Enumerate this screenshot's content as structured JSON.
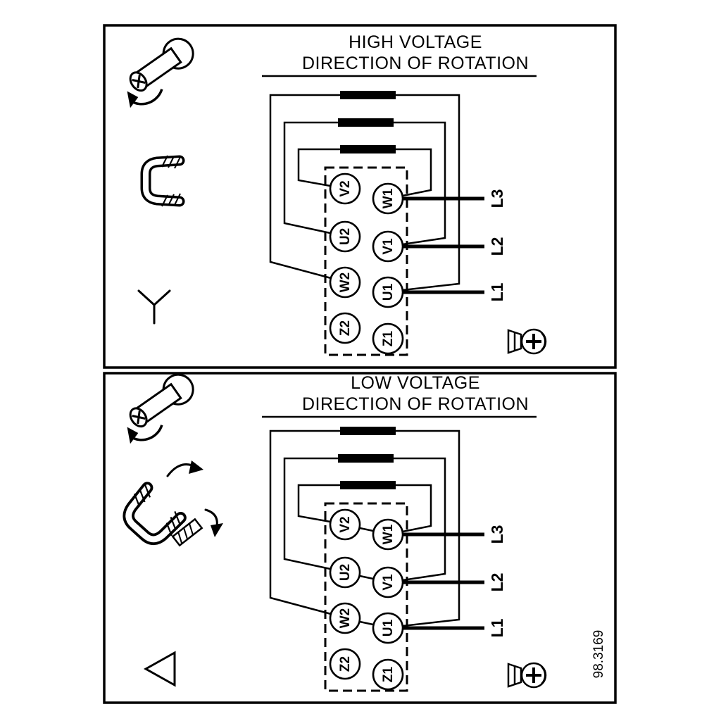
{
  "diagram": {
    "ref_number": "98.3169",
    "colors": {
      "ink": "#000000",
      "paper": "#ffffff"
    },
    "terminals_left": [
      "V2",
      "U2",
      "W2",
      "Z2"
    ],
    "terminals_right": [
      "W1",
      "V1",
      "U1",
      "Z1"
    ],
    "line_labels": [
      "L3",
      "L2",
      "L1"
    ],
    "panels": [
      {
        "title_line1": "HIGH VOLTAGE",
        "title_line2": "DIRECTION OF ROTATION",
        "connection": "star",
        "icons": [
          "screw-rotation-icon",
          "jumper-bracket-icon",
          "star-symbol-icon",
          "terminal-screw-icon"
        ]
      },
      {
        "title_line1": "LOW VOLTAGE",
        "title_line2": "DIRECTION OF ROTATION",
        "connection": "delta",
        "icons": [
          "screw-rotation-icon",
          "jumper-reposition-icon",
          "delta-symbol-icon",
          "terminal-screw-icon"
        ]
      }
    ]
  }
}
